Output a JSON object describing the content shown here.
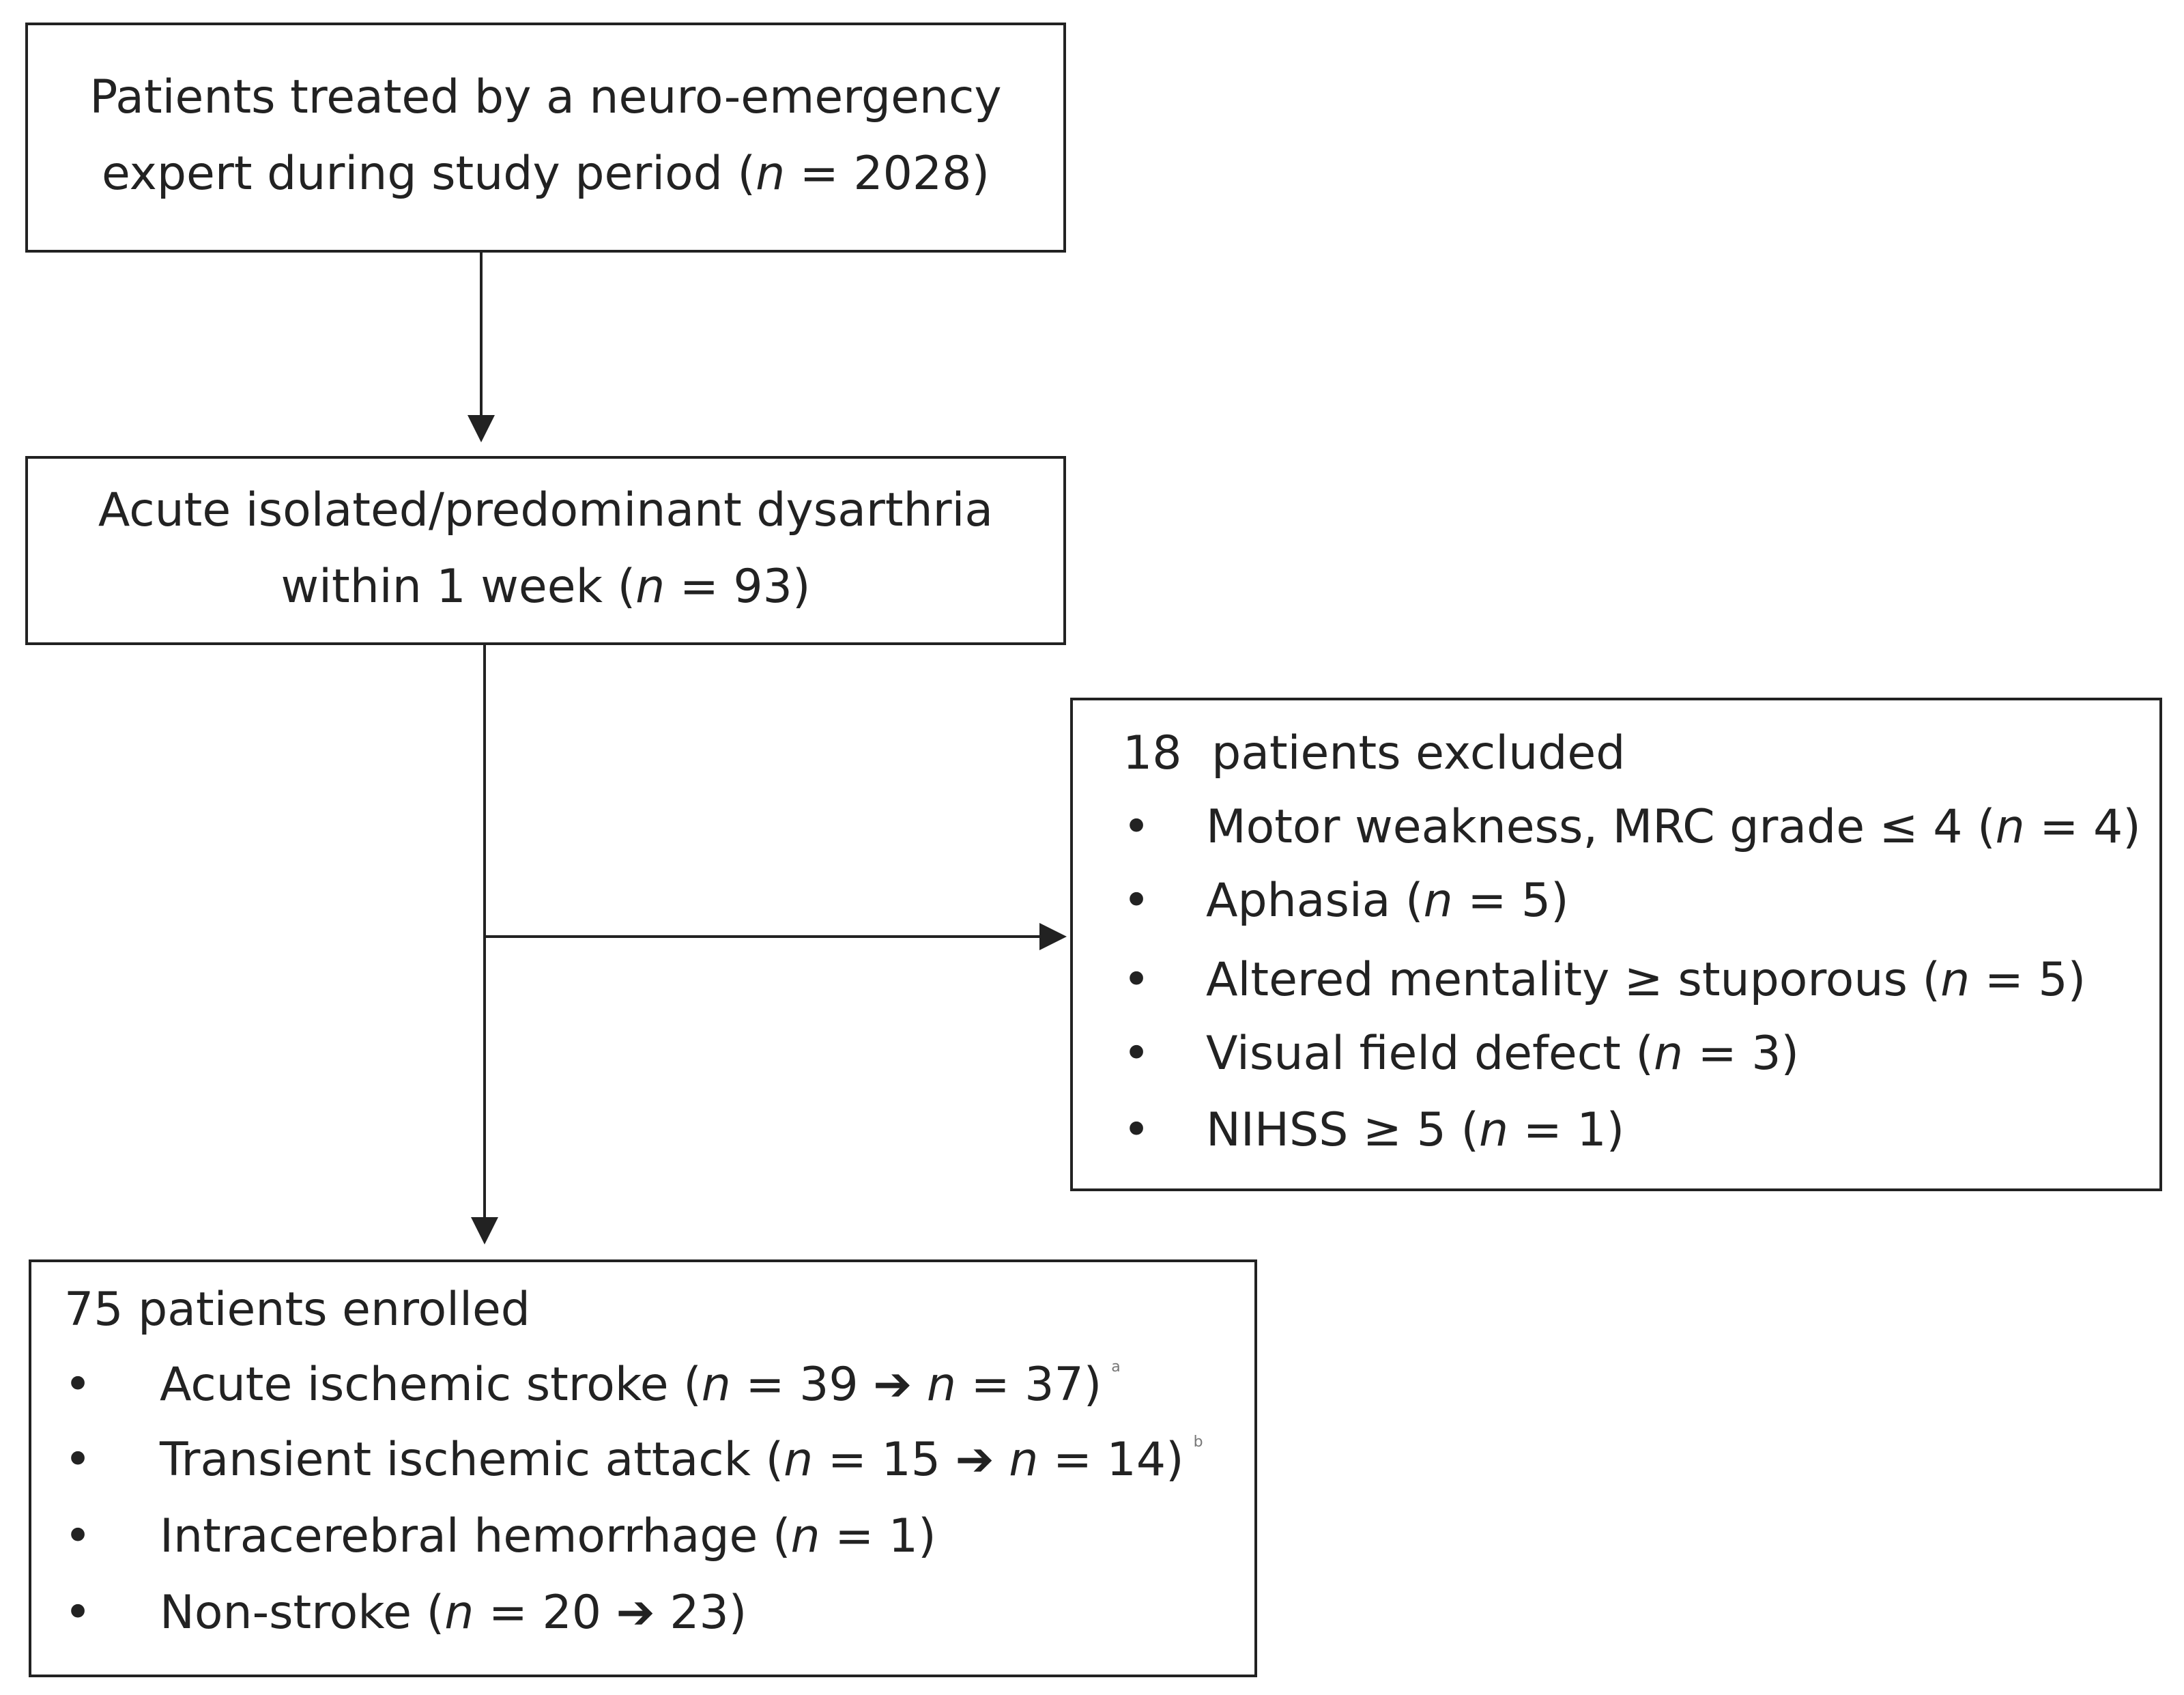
{
  "boxes": {
    "start": {
      "line1": "Patients treated by a neuro-emergency",
      "line2_pre": "expert during study period (",
      "n_symbol": "n",
      "line2_post": " = 2028)"
    },
    "dysarthria": {
      "line1": "Acute isolated/predominant dysarthria",
      "line2_pre": "within 1 week (",
      "n_symbol": "n",
      "line2_post": " = 93)"
    },
    "excluded": {
      "count": "18",
      "title": "patients excluded",
      "bullet": "•",
      "items": [
        {
          "pre": "Motor weakness, MRC grade ≤ 4 (",
          "n": "n",
          "post": " = 4)"
        },
        {
          "pre": "Aphasia (",
          "n": "n",
          "post": " = 5)"
        },
        {
          "pre": "Altered mentality ≥ stuporous (",
          "n": "n",
          "post": " = 5)"
        },
        {
          "pre": "Visual field defect (",
          "n": "n",
          "post": " = 3)"
        },
        {
          "pre": "NIHSS ≥ 5 (",
          "n": "n",
          "post": " = 1)"
        }
      ]
    },
    "enrolled": {
      "title": "75 patients enrolled",
      "bullet": "•",
      "items": [
        {
          "pre": "Acute ischemic stroke (",
          "n": "n",
          "mid": " = 39 ",
          "arrow": "➔",
          "n2": "n",
          "post": " = 37)",
          "note": "a"
        },
        {
          "pre": "Transient ischemic attack (",
          "n": "n",
          "mid": " = 15 ",
          "arrow": "➔",
          "n2": "n",
          "post": " = 14)",
          "note": "b"
        },
        {
          "pre": "Intracerebral hemorrhage (",
          "n": "n",
          "post": " = 1)"
        },
        {
          "pre": "Non-stroke (",
          "n": "n",
          "mid": " = 20 ",
          "arrow": "➔",
          "post": " 23)"
        }
      ]
    }
  }
}
